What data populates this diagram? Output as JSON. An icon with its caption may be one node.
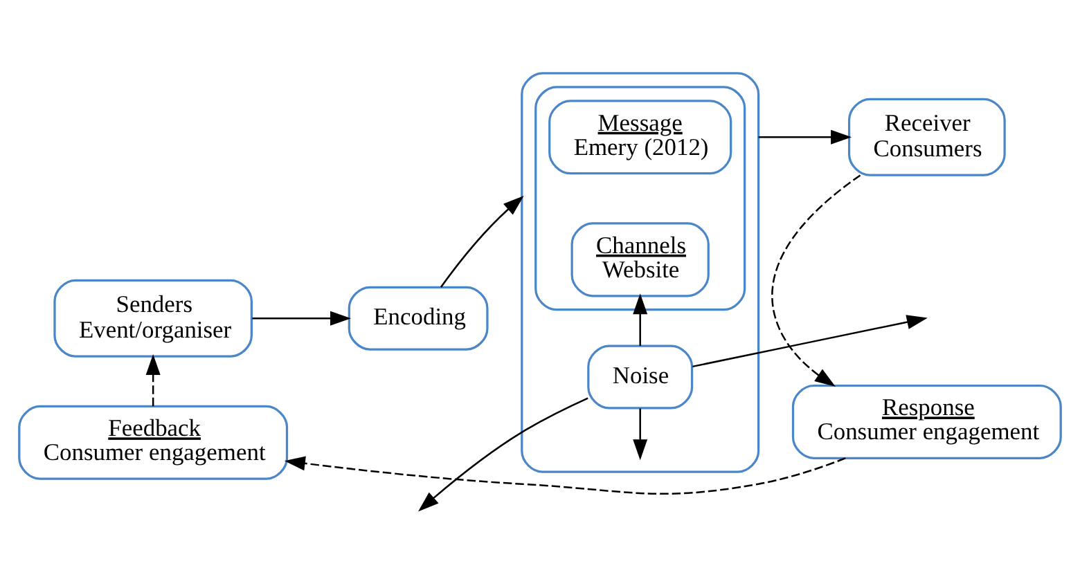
{
  "diagram": {
    "nodes": [
      {
        "text": [
          "Senders",
          "Event/organiser"
        ]
      },
      {
        "text": [
          "Encoding"
        ]
      },
      {
        "text": [],
        "shape": "box"
      },
      {
        "text": [],
        "shape": "box",
        "in": 2
      },
      {
        "text": [
          "Message",
          "Emery (2012)"
        ],
        "in": 3
      },
      {
        "text": [
          "Channels",
          "Website"
        ],
        "in": 3
      },
      {
        "text": [
          "Noise"
        ],
        "in": 2
      },
      {
        "text": [
          "Receiver",
          "Consumers"
        ]
      },
      {
        "text": [
          "Feedback",
          "Consumer engagement"
        ]
      },
      {
        "text": [
          "Response",
          "Consumer engagement"
        ]
      }
    ],
    "edges": [
      {
        "from": 0,
        "to": 1,
        "arrow": "to"
      },
      {
        "from": 1,
        "to": 4,
        "arrow": "to"
      },
      {
        "from": 4,
        "to": 7,
        "arrow": "to"
      },
      {
        "from": 7,
        "to": 9,
        "arrow": "to",
        "style": "dashed"
      },
      {
        "from": 9,
        "to": 8,
        "arrow": "to",
        "style": "dashed"
      },
      {
        "from": 8,
        "to": 0,
        "arrow": "to",
        "style": "dashed"
      },
      {
        "from": 6,
        "to": 5,
        "arrow": "to"
      },
      {
        "from": 6,
        "to": null,
        "arrow": "to"
      },
      {
        "from": 6,
        "to": null,
        "arrow": "to"
      },
      {
        "from": 6,
        "to": null,
        "arrow": "to"
      }
    ]
  }
}
